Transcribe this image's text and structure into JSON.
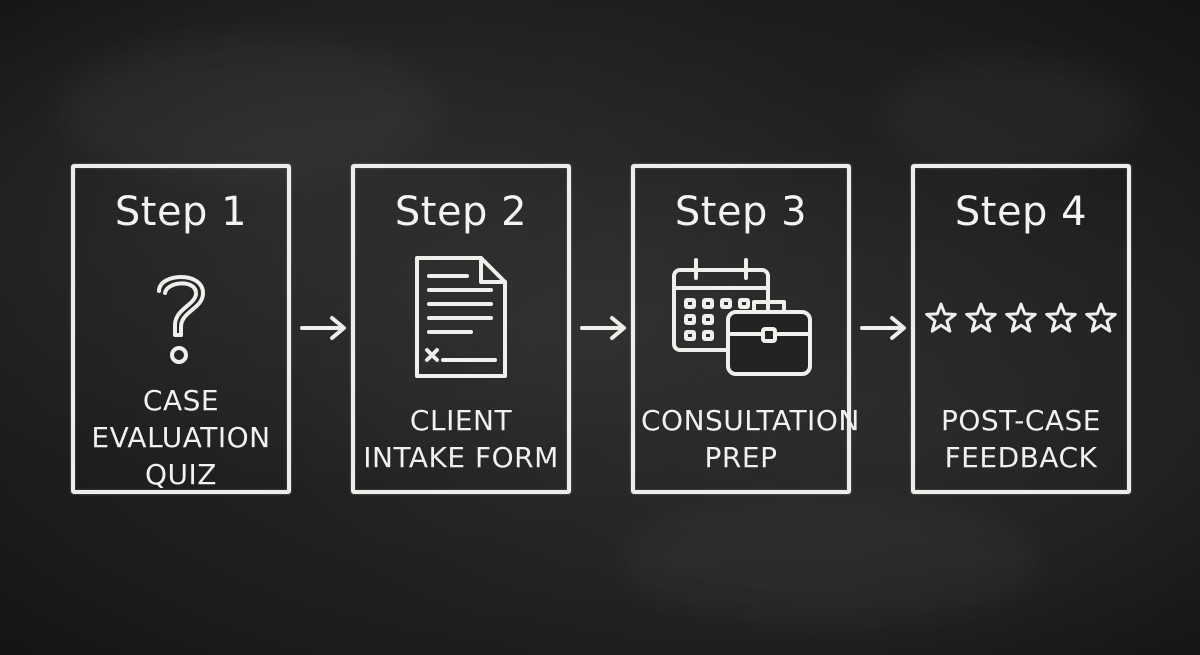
{
  "steps": [
    {
      "title": "Step 1",
      "icon": "question-mark-icon",
      "label_lines": [
        "CASE",
        "EVALUATION",
        "QUIZ"
      ]
    },
    {
      "title": "Step 2",
      "icon": "document-form-icon",
      "label_lines": [
        "CLIENT",
        "INTAKE FORM"
      ]
    },
    {
      "title": "Step 3",
      "icon": "calendar-briefcase-icon",
      "label_lines": [
        "CONSULTATION",
        "PREP"
      ]
    },
    {
      "title": "Step 4",
      "icon": "five-stars-icon",
      "label_lines": [
        "POST-CASE",
        "FEEDBACK"
      ]
    }
  ],
  "arrow_icon": "right-arrow-icon",
  "colors": {
    "chalkboard": "#222222",
    "chalk": "#efefec"
  }
}
